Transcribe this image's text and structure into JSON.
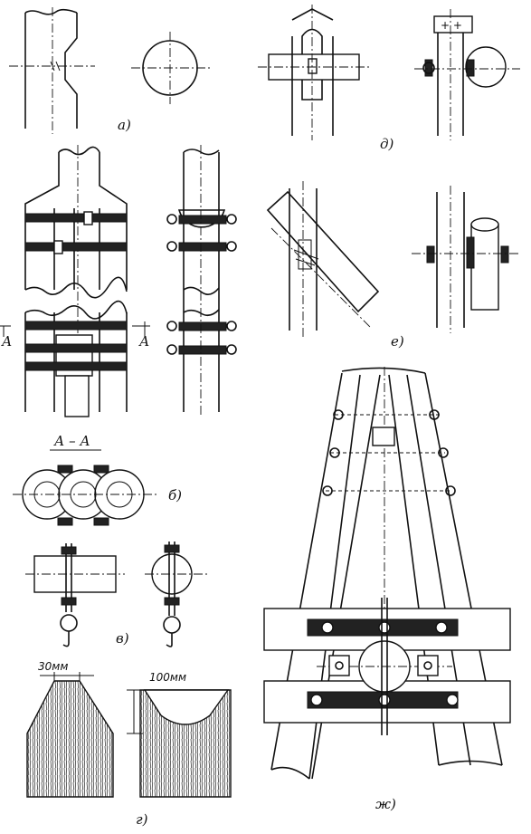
{
  "labels": {
    "a": "а)",
    "b": "б)",
    "v": "в)",
    "g": "г)",
    "d": "д)",
    "e": "е)",
    "zh": "ж)"
  },
  "section": {
    "mark": "А",
    "title": "А – А"
  },
  "dimensions": {
    "top_width": "30мм",
    "depth": "100мм"
  }
}
